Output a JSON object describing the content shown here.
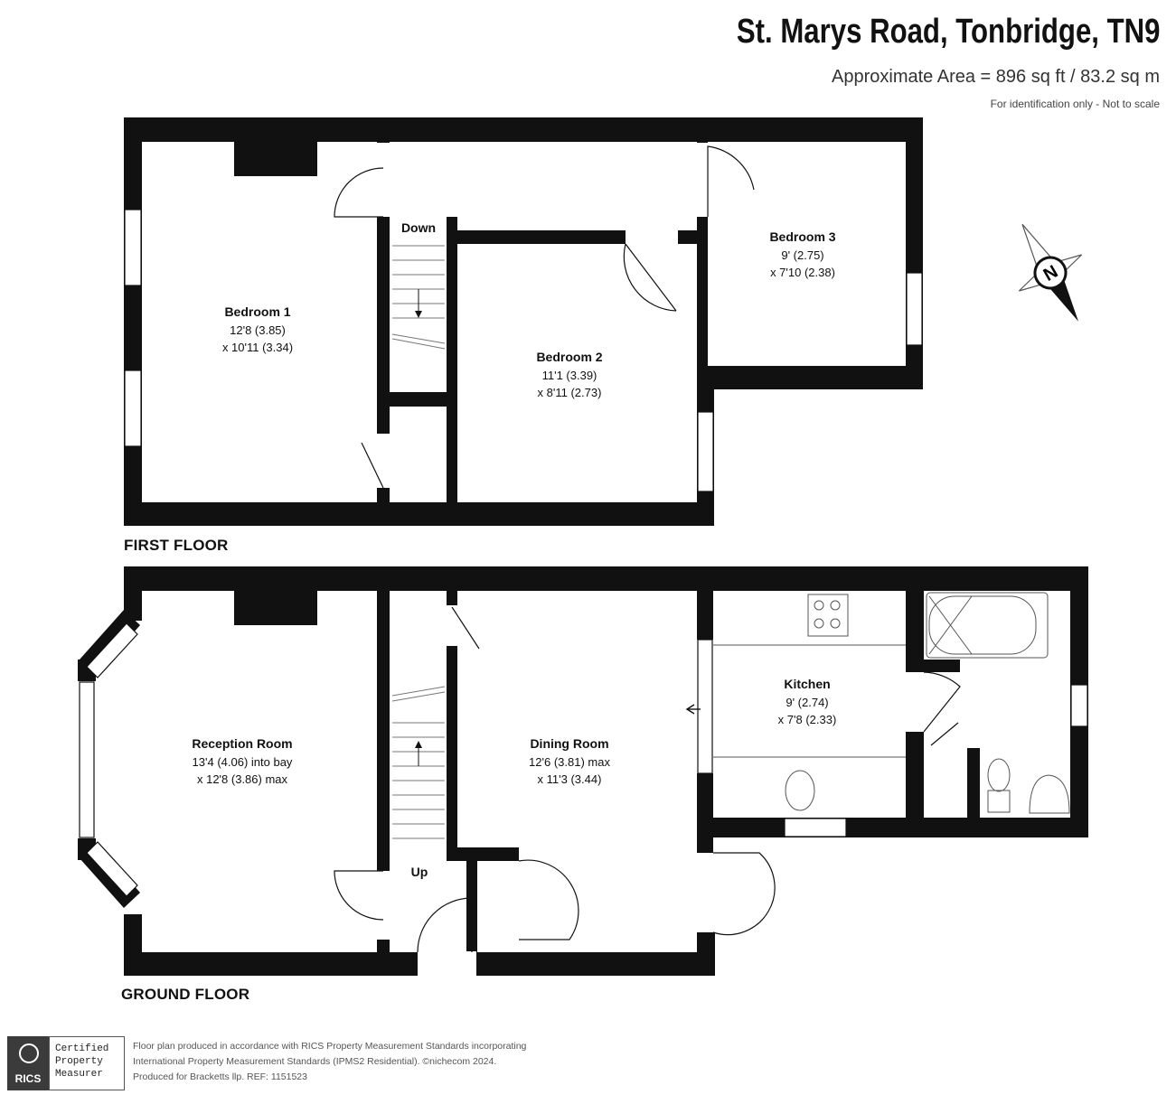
{
  "header": {
    "title": "St. Marys Road, Tonbridge, TN9",
    "area": "Approximate Area = 896 sq ft / 83.2 sq m",
    "note": "For identification only - Not to scale"
  },
  "compass": {
    "label": "N"
  },
  "first_floor": {
    "label": "FIRST FLOOR",
    "stairs_label": "Down",
    "rooms": [
      {
        "name": "Bedroom 1",
        "dim1": "12'8 (3.85)",
        "dim2": "x 10'11 (3.34)"
      },
      {
        "name": "Bedroom 2",
        "dim1": "11'1 (3.39)",
        "dim2": "x 8'11 (2.73)"
      },
      {
        "name": "Bedroom 3",
        "dim1": "9' (2.75)",
        "dim2": "x 7'10 (2.38)"
      }
    ]
  },
  "ground_floor": {
    "label": "GROUND FLOOR",
    "stairs_label": "Up",
    "rooms": [
      {
        "name": "Reception Room",
        "dim1": "13'4 (4.06) into bay",
        "dim2": "x 12'8 (3.86) max"
      },
      {
        "name": "Dining Room",
        "dim1": "12'6 (3.81) max",
        "dim2": "x 11'3 (3.44)"
      },
      {
        "name": "Kitchen",
        "dim1": "9' (2.74)",
        "dim2": "x 7'8 (2.33)"
      }
    ]
  },
  "footer": {
    "badge_text": "RICS",
    "cert_lines": [
      "Certified",
      "Property",
      "Measurer"
    ],
    "disclaimer_lines": [
      "Floor plan produced in accordance with RICS Property Measurement Standards incorporating",
      "International Property Measurement Standards (IPMS2 Residential).  ©nichecom 2024.",
      "Produced for Bracketts llp.   REF:  1151523"
    ]
  }
}
